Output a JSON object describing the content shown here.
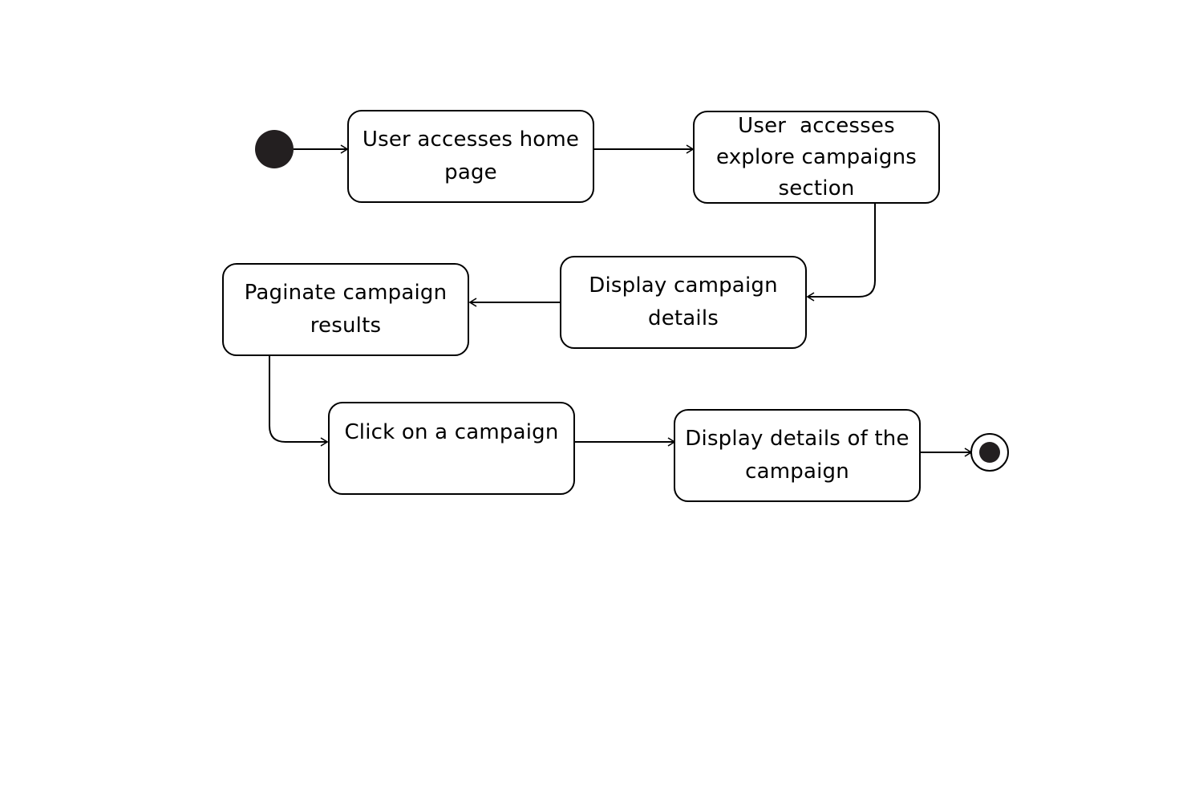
{
  "diagram": {
    "nodes": [
      {
        "id": "n1",
        "label": "User accesses home page"
      },
      {
        "id": "n2",
        "label": "User  accesses explore campaigns section"
      },
      {
        "id": "n3",
        "label": "Display campaign details"
      },
      {
        "id": "n4",
        "label": "Paginate campaign results"
      },
      {
        "id": "n5",
        "label": "Click on a campaign"
      },
      {
        "id": "n6",
        "label": "Display details of the campaign"
      }
    ],
    "edges": [
      {
        "from": "start",
        "to": "n1"
      },
      {
        "from": "n1",
        "to": "n2"
      },
      {
        "from": "n2",
        "to": "n3"
      },
      {
        "from": "n3",
        "to": "n4"
      },
      {
        "from": "n4",
        "to": "n5"
      },
      {
        "from": "n5",
        "to": "n6"
      },
      {
        "from": "n6",
        "to": "end"
      }
    ],
    "colors": {
      "stroke": "#000000",
      "fill": "#231f20",
      "background": "#ffffff"
    }
  }
}
